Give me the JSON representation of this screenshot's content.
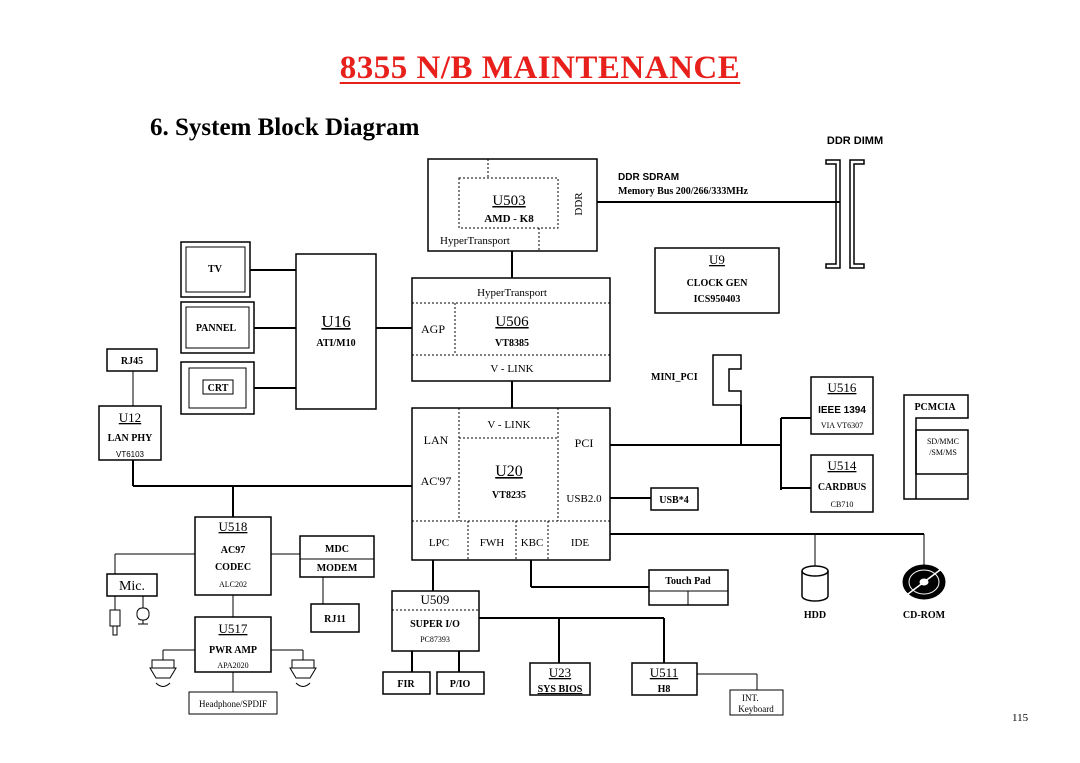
{
  "header": {
    "title": "8355 N/B MAINTENANCE",
    "section": "6. System Block Diagram",
    "page_number": "115"
  },
  "labels": {
    "ddr_dimm": "DDR DIMM",
    "ddr_sdram": "DDR SDRAM",
    "memory_bus": "Memory Bus 200/266/333MHz",
    "u503": "U503",
    "amd_k8": "AMD - K8",
    "ddr": "DDR",
    "hypertransport_cpu": "HyperTransport",
    "u9": "U9",
    "clock_gen": "CLOCK GEN",
    "ics": "ICS950403",
    "tv": "TV",
    "pannel": "PANNEL",
    "crt": "CRT",
    "u16": "U16",
    "ati": "ATI/M10",
    "hypertransport_nb": "HyperTransport",
    "agp": "AGP",
    "u506": "U506",
    "vt8385": "VT8385",
    "vlink_nb": "V - LINK",
    "rj45": "RJ45",
    "u12": "U12",
    "lan_phy": "LAN PHY",
    "vt6103": "VT6103",
    "mini_pci": "MINI_PCI",
    "u516": "U516",
    "ieee1394": "IEEE 1394",
    "via_vt6307": "VIA VT6307",
    "pcmcia": "PCMCIA",
    "sd_mmc": "SD/MMC",
    "sm_ms": "/SM/MS",
    "u514": "U514",
    "cardbus": "CARDBUS",
    "cb710": "CB710",
    "vlink_sb": "V - LINK",
    "lan": "LAN",
    "pci": "PCI",
    "ac97_port": "AC'97",
    "u20": "U20",
    "vt8235": "VT8235",
    "usb20": "USB2.0",
    "usb4": "USB*4",
    "lpc": "LPC",
    "fwh": "FWH",
    "kbc": "KBC",
    "ide": "IDE",
    "u518": "U518",
    "ac97": "AC97",
    "codec": "CODEC",
    "alc202": "ALC202",
    "mdc": "MDC",
    "modem": "MODEM",
    "rj11": "RJ11",
    "mic": "Mic.",
    "u517": "U517",
    "pwr_amp": "PWR AMP",
    "apa2020": "APA2020",
    "headphone": "Headphone/SPDIF",
    "u509": "U509",
    "super_io": "SUPER I/O",
    "pc87393": "PC87393",
    "fir": "FIR",
    "pio": "P/IO",
    "u23": "U23",
    "sys_bios": "SYS BIOS",
    "u511": "U511",
    "h8": "H8",
    "touch_pad": "Touch Pad",
    "int": "INT.",
    "keyboard": "Keyboard",
    "hdd": "HDD",
    "cdrom": "CD-ROM"
  },
  "colors": {
    "title": "#e8201c",
    "line": "#000000"
  }
}
